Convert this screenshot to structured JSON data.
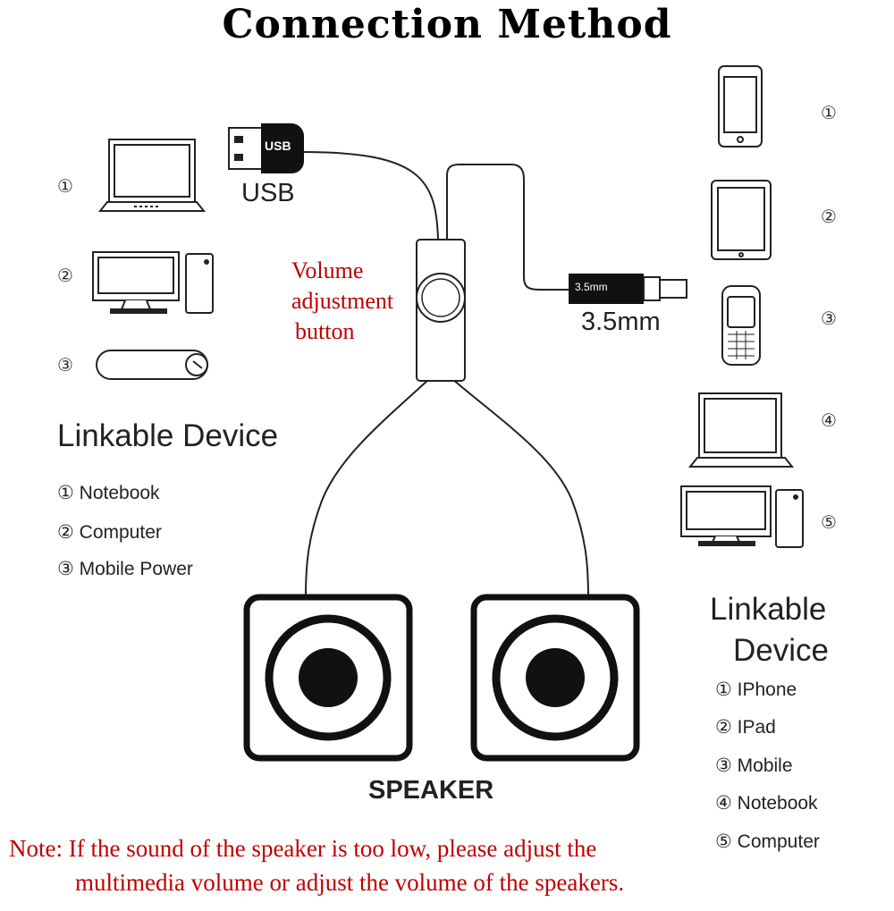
{
  "title": "Connection Method",
  "left_panel": {
    "heading": "Linkable Device",
    "markers": [
      "①",
      "②",
      "③"
    ],
    "items": [
      "① Notebook",
      "② Computer",
      "③ Mobile Power"
    ]
  },
  "right_panel": {
    "heading_line1": "Linkable",
    "heading_line2": "Device",
    "markers": [
      "①",
      "②",
      "③",
      "④",
      "⑤"
    ],
    "items": [
      "① IPhone",
      "② IPad",
      "③ Mobile",
      "④ Notebook",
      "⑤ Computer"
    ]
  },
  "cable": {
    "usb_plug_text": "USB",
    "usb_label": "USB",
    "jack_plug_text": "3.5mm",
    "jack_label": "3.5mm",
    "volume_label_line1": "Volume",
    "volume_label_line2": "adjustment",
    "volume_label_line3": "button"
  },
  "speaker_label": "SPEAKER",
  "note_line1": "Note: If the sound of the speaker is too low, please adjust the",
  "note_line2": "multimedia volume or adjust the volume of the speakers.",
  "colors": {
    "note_red": "#c00000",
    "line": "#222222"
  }
}
